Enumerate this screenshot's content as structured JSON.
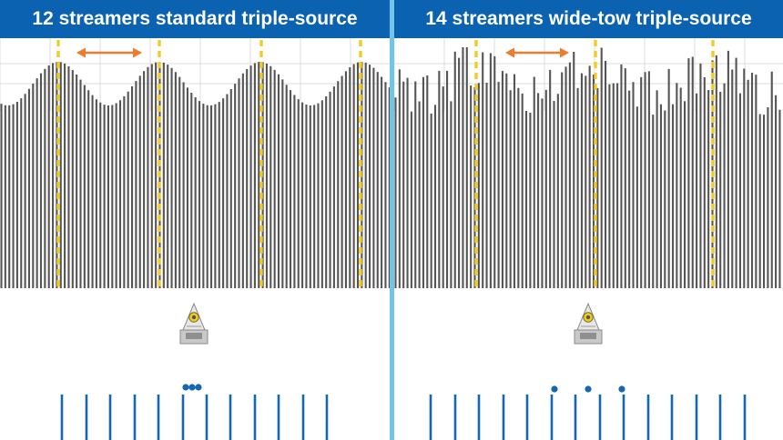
{
  "colors": {
    "header_blue": "#0a62b0",
    "divider_blue": "#74c4ea",
    "trace_gray": "#555555",
    "grid_gray": "#d0d0d0",
    "source_yellow": "#f2cc22",
    "spacing_arrow_orange": "#ee7b2e",
    "streamer_blue": "#1467b3",
    "source_dot_blue": "#1467b3"
  },
  "panels": [
    {
      "title": "12 streamers standard triple-source",
      "configuration": "standard",
      "streamer_count": 12,
      "source_count": 3,
      "icons": [
        "seismic-vessel-icon",
        "spacing-arrow-icon",
        "source-dot-icon"
      ],
      "coverage": {
        "fold_pattern": "smooth periodic",
        "cycles": 4,
        "source_lines": 4
      }
    },
    {
      "title": "14 streamers wide-tow triple-source",
      "configuration": "wide-tow",
      "streamer_count": 14,
      "source_count": 3,
      "icons": [
        "seismic-vessel-icon",
        "spacing-arrow-icon",
        "source-dot-icon"
      ],
      "coverage": {
        "fold_pattern": "irregular",
        "cycles": 3,
        "source_lines": 3
      }
    }
  ]
}
